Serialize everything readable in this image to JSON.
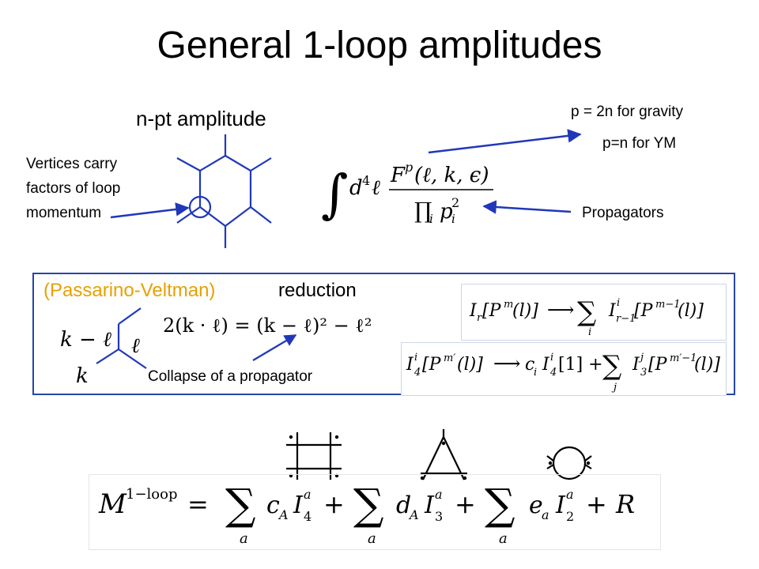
{
  "title": "General 1-loop amplitudes",
  "npt_label": "n-pt amplitude",
  "vertices_note": "Vertices carry factors of loop momentum",
  "gravity_note": "p = 2n for gravity",
  "ym_note": "p=n for YM",
  "propagators_note": "Propagators",
  "integral": {
    "integral_sign": "∫",
    "measure": "d",
    "measure_power": "4",
    "loop_var": "ℓ",
    "numerator_F": "F",
    "numerator_power": "p",
    "numerator_args": "(ℓ, k, ϵ)",
    "denominator_prod": "∏",
    "denominator_index": "i",
    "denominator_p": "p",
    "denominator_sup": "2",
    "denominator_sub": "i"
  },
  "pv": {
    "title": "(Passarino-Veltman)",
    "reduction": "reduction",
    "label_k_minus_l": "k − ℓ",
    "label_l": "ℓ",
    "label_k": "k",
    "identity": "2(k · ℓ) = (k − ℓ)² − ℓ²",
    "collapse_label": "Collapse of a propagator",
    "eq1_lhs": "I",
    "eq1_lhs_sub": "r",
    "eq1_lhs_arg": "[P",
    "eq1_lhs_arg_sup": "m",
    "eq1_lhs_arg_end": "(l)]",
    "eq1_arrow": "⟶",
    "eq1_sum": "∑",
    "eq1_sum_index": "i",
    "eq1_rhs": "I",
    "eq1_rhs_sup": "i",
    "eq1_rhs_sub": "r−1",
    "eq1_rhs_arg": "[P",
    "eq1_rhs_arg_sup": "m−1",
    "eq1_rhs_arg_end": "(l)]",
    "eq2_lhs": "I",
    "eq2_lhs_sup": "i",
    "eq2_lhs_sub": "4",
    "eq2_lhs_arg": "[P",
    "eq2_lhs_arg_sup": "m′",
    "eq2_lhs_arg_end": "(l)]",
    "eq2_arrow": "⟶",
    "eq2_c": "c",
    "eq2_c_sub": "i",
    "eq2_I": "I",
    "eq2_I_sup": "i",
    "eq2_I_sub": "4",
    "eq2_I_arg": "[1] +",
    "eq2_sum": "∑",
    "eq2_sum_index": "j",
    "eq2_rhs": "I",
    "eq2_rhs_sup": "j",
    "eq2_rhs_sub": "3",
    "eq2_rhs_arg": "[P",
    "eq2_rhs_arg_sup": "m′−1",
    "eq2_rhs_arg_end": "(l)]"
  },
  "final": {
    "M": "M",
    "M_sup": "1−loop",
    "equals": "=",
    "sum": "∑",
    "index": "a",
    "c": "c",
    "c_sub": "A",
    "I": "I",
    "I_sup": "a",
    "I4_sub": "4",
    "plus": "+",
    "d": "d",
    "d_sub": "A",
    "I3_sub": "3",
    "e": "e",
    "e_sub": "a",
    "I2_sub": "2",
    "R": "R"
  },
  "colors": {
    "arrow": "#2038b8",
    "box_border": "#2746a8",
    "pv_accent": "#e8a000"
  }
}
